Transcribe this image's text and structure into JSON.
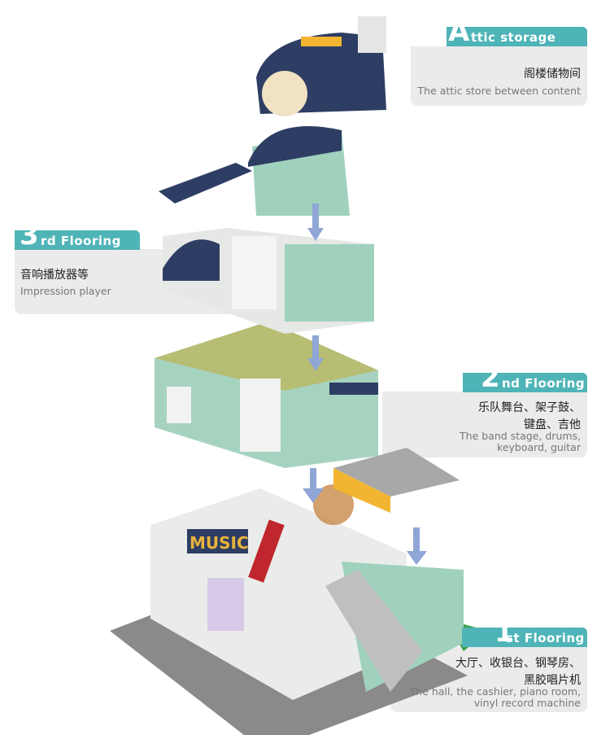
{
  "attic": {
    "tab_initial": "A",
    "tab_rest": "ttic storage",
    "zh": "阁楼储物间",
    "en": "The attic store between content"
  },
  "third": {
    "tab_initial": "3",
    "tab_rest": "rd Flooring",
    "zh": "音响播放器等",
    "en": "Impression player"
  },
  "second": {
    "tab_initial": "2",
    "tab_rest": "nd Flooring",
    "zh_line1": "乐队舞台、架子鼓、",
    "zh_line2": "键盘、吉他",
    "en_line1": "The band stage, drums,",
    "en_line2": "keyboard, guitar"
  },
  "first": {
    "tab_initial": "1",
    "tab_rest": "st Flooring",
    "zh_line1": "大厅、收银台、钢琴房、",
    "zh_line2": "黑胶唱片机",
    "en_line1": "The hall, the cashier, piano room,",
    "en_line2": "vinyl record machine"
  },
  "sign_text": "MUSIC",
  "colors": {
    "accent": "#4fb4b7",
    "panel": "#ebebeb",
    "navy": "#2e3d63",
    "mint": "#8fc9b2"
  }
}
